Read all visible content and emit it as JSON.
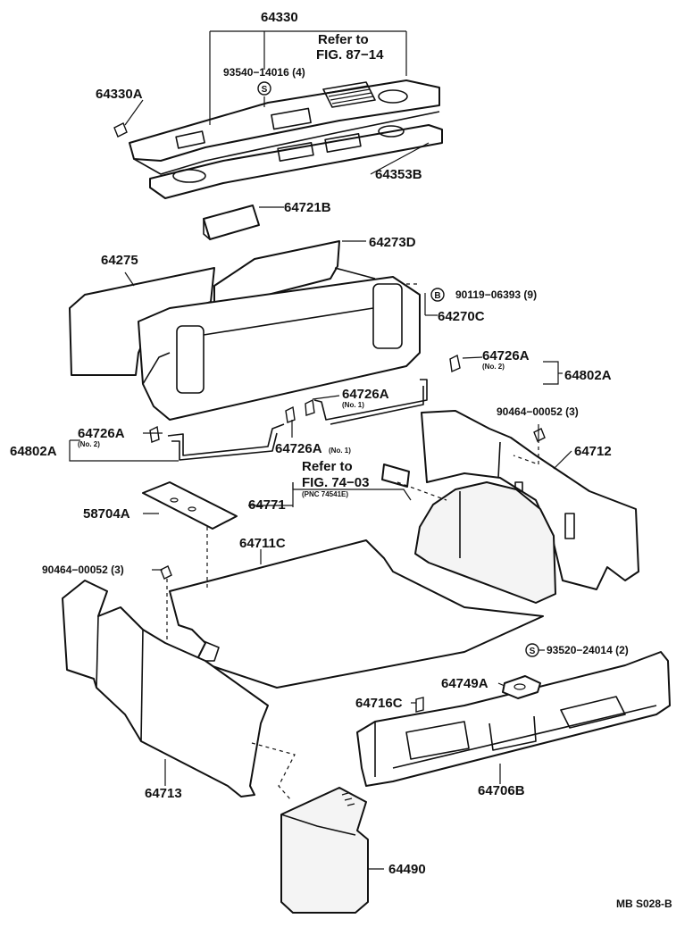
{
  "labels": {
    "p64330": "64330",
    "refer_to_1": "Refer to",
    "fig_87_14": "FIG. 87−14",
    "p93540": "93540−14016 (4)",
    "p64330A": "64330A",
    "p64353B": "64353B",
    "p64721B": "64721B",
    "p64275": "64275",
    "p64273D": "64273D",
    "p90119": "90119−06393 (9)",
    "p64270C": "64270C",
    "p64726A_r": "64726A",
    "no2_r": "(No. 2)",
    "p64802A_r": "64802A",
    "p64726A_m": "64726A",
    "no1_m": "(No. 1)",
    "p64726A_l": "64726A",
    "no2_l": "(No. 2)",
    "p64802A_l": "64802A",
    "p64726A_b": "64726A",
    "no1_b": "(No. 1)",
    "p90464_r": "90464−00052 (3)",
    "p64712": "64712",
    "refer_to_2": "Refer to",
    "fig_74_03": "FIG. 74−03",
    "pnc": "(PNC 74541E)",
    "p64771": "64771",
    "p58704A": "58704A",
    "p64711C": "64711C",
    "p90464_l": "90464−00052 (3)",
    "p93520": "93520−24014 (2)",
    "p64749A": "64749A",
    "p64716C": "64716C",
    "p64713": "64713",
    "p64706B": "64706B",
    "p64490": "64490",
    "code": "MB S028-B"
  },
  "symbols": {
    "s_symbol_1": "S",
    "b_symbol": "B",
    "s_symbol_2": "S"
  }
}
